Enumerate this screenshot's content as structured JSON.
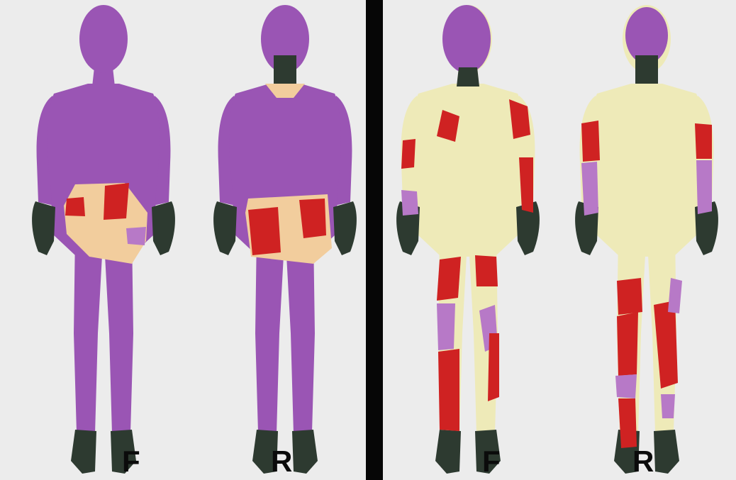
{
  "colors": {
    "background": "#ececec",
    "divider": "#060606",
    "purple": "#9a55b4",
    "light_purple": "#b779c7",
    "red": "#cf2222",
    "beige": "#f2cd9d",
    "cream": "#eeeab8",
    "skin_dark": "#2d3a30"
  },
  "panels": [
    {
      "figures": [
        {
          "label": "F"
        },
        {
          "label": "R"
        }
      ]
    },
    {
      "figures": [
        {
          "label": "F"
        },
        {
          "label": "R"
        }
      ]
    }
  ]
}
